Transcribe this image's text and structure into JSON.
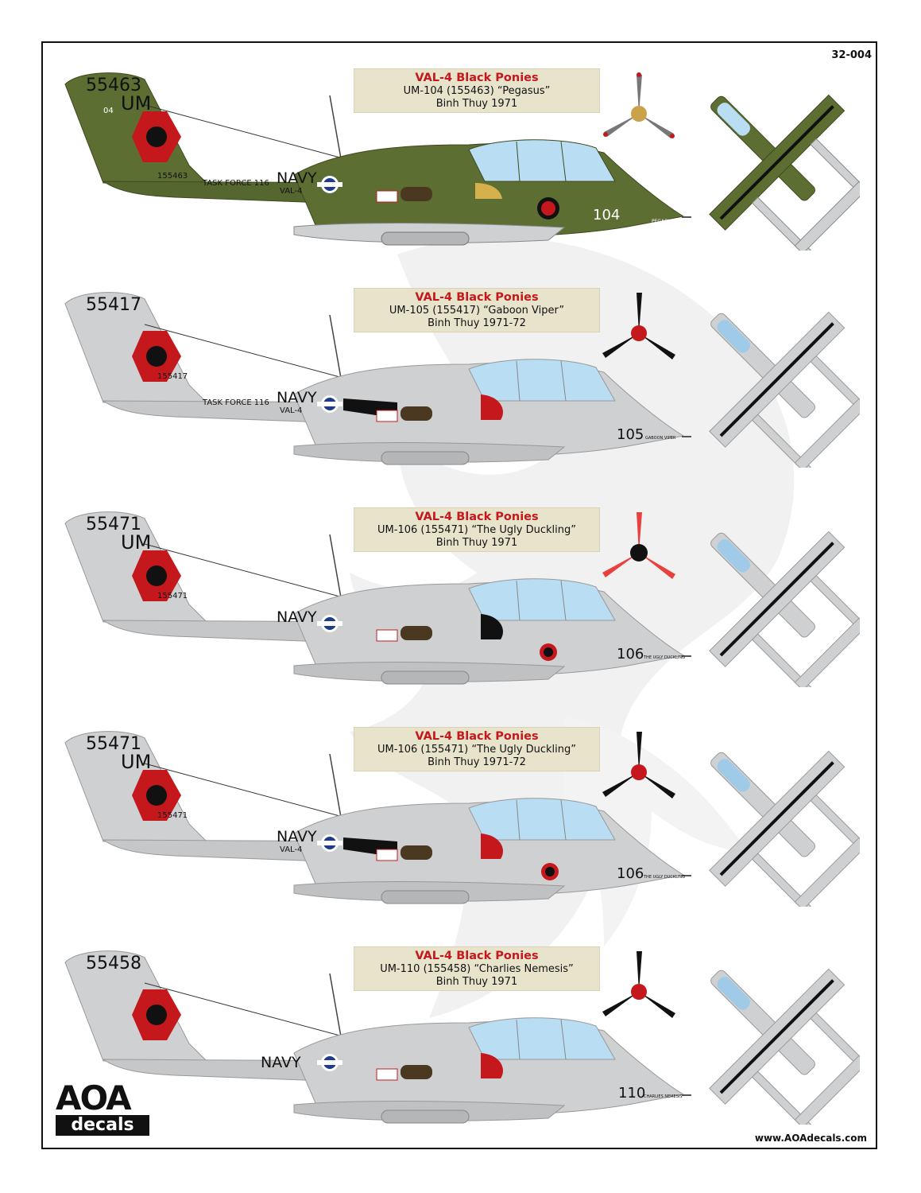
{
  "sheet_number": "32-004",
  "website": "www.AOAdecals.com",
  "logo": {
    "mark": "AOA",
    "word": "decals"
  },
  "watermark_icon": "pegasus-silhouette",
  "colors": {
    "olive": "#5d6e33",
    "light_gray": "#cfd0d2",
    "caption_bg": "#e8e3cb",
    "accent_red": "#c4181d",
    "canopy_blue": "#b9ddf2"
  },
  "profiles": [
    {
      "unit": "VAL-4 Black Ponies",
      "ident": "UM-104 (155463) “Pegasus”",
      "place": "Binh Thuy 1971",
      "tail_serial": "55463",
      "tail_code": "UM",
      "tail_small": "04",
      "tail_bureau": "155463",
      "boom_text": "TASK FORCE 116",
      "navy": "NAVY",
      "squadron": "VAL-4",
      "modex": "104",
      "nose_name": "PEGASUS",
      "scheme": "olive"
    },
    {
      "unit": "VAL-4 Black Ponies",
      "ident": "UM-105 (155417) “Gaboon Viper”",
      "place": "Binh Thuy 1971-72",
      "tail_serial": "55417",
      "tail_code": "",
      "tail_small": "",
      "tail_bureau": "155417",
      "boom_text": "TASK FORCE 116",
      "navy": "NAVY",
      "squadron": "VAL-4",
      "modex": "105",
      "nose_name": "GABOON VIPER",
      "scheme": "gray"
    },
    {
      "unit": "VAL-4 Black Ponies",
      "ident": "UM-106 (155471) “The Ugly Duckling”",
      "place": "Binh Thuy 1971",
      "tail_serial": "55471",
      "tail_code": "UM",
      "tail_small": "",
      "tail_bureau": "155471",
      "boom_text": "",
      "navy": "NAVY",
      "squadron": "",
      "modex": "106",
      "nose_name": "THE UGLY DUCKLING",
      "scheme": "gray"
    },
    {
      "unit": "VAL-4 Black Ponies",
      "ident": "UM-106 (155471) “The Ugly Duckling”",
      "place": "Binh Thuy 1971-72",
      "tail_serial": "55471",
      "tail_code": "UM",
      "tail_small": "",
      "tail_bureau": "155471",
      "boom_text": "",
      "navy": "NAVY",
      "squadron": "VAL-4",
      "modex": "106",
      "nose_name": "THE UGLY DUCKLING",
      "scheme": "gray"
    },
    {
      "unit": "VAL-4 Black Ponies",
      "ident": "UM-110 (155458) “Charlies Nemesis”",
      "place": "Binh Thuy 1971",
      "tail_serial": "55458",
      "tail_code": "",
      "tail_small": "",
      "tail_bureau": "",
      "boom_text": "",
      "navy": "NAVY",
      "squadron": "",
      "modex": "110",
      "nose_name": "CHARLIES NEMESIS",
      "scheme": "gray"
    }
  ]
}
